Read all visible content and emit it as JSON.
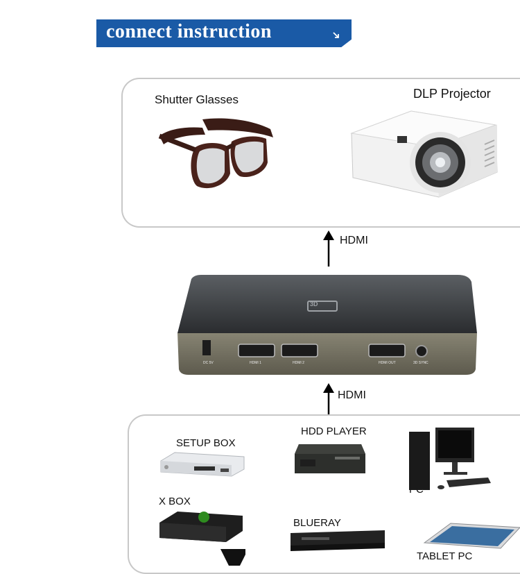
{
  "banner": {
    "title": "connect instruction"
  },
  "output_devices": {
    "shutter_glasses": "Shutter Glasses",
    "dlp_projector": "DLP Projector"
  },
  "connections": {
    "output_cable": "HDMI",
    "input_cable": "HDMI"
  },
  "switch_box": {
    "top_logo": "3D",
    "ports": [
      "DC 5V",
      "HDMI 1",
      "HDMI 2",
      "HDMI OUT",
      "3D SYNC"
    ]
  },
  "input_devices": {
    "setup_box": "SETUP BOX",
    "hdd_player": "HDD PLAYER",
    "pc": "PC",
    "xbox": "X BOX",
    "blueray": "BLUERAY",
    "tablet_pc": "TABLET PC"
  }
}
